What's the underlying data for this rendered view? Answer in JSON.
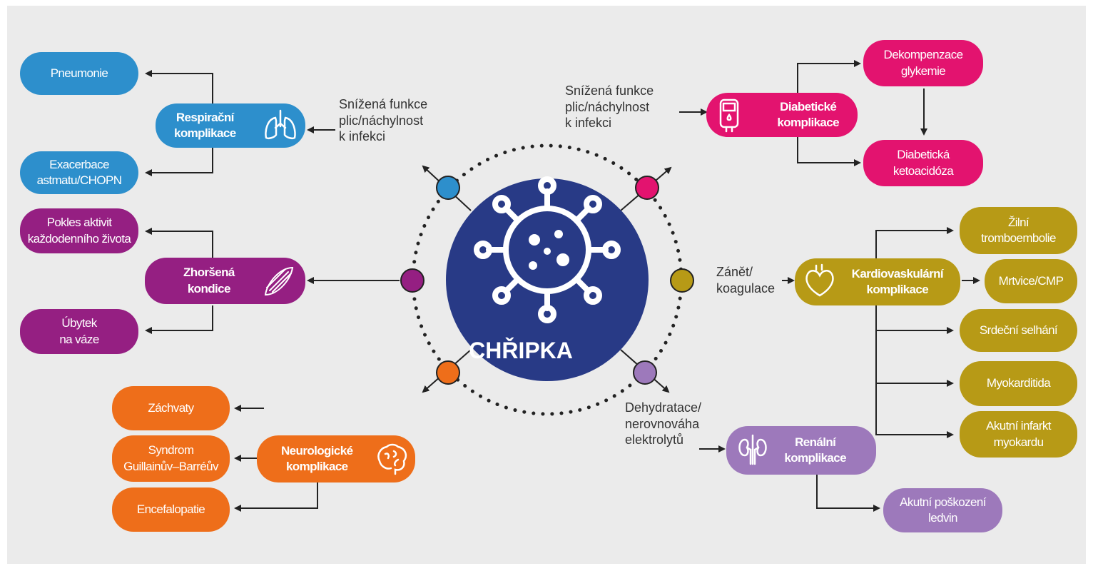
{
  "center": {
    "title": "CHŘIPKA",
    "color": "#283a86"
  },
  "respiratory": {
    "hub": "Respirační\nkomplikace",
    "icon": "lungs-icon",
    "color": "#2d8fcc",
    "cause": "Snížená funkce\nplic/náchylnost\nk infekci",
    "outcomes": [
      "Pneumonie",
      "Exacerbace\nastmatu/CHOPN"
    ]
  },
  "diabetic": {
    "hub": "Diabetické\nkomplikace",
    "icon": "glucometer-icon",
    "color": "#e3136f",
    "cause": "Snížená funkce\nplic/náchylnost\nk infekci",
    "outcomes": [
      "Dekompenzace\nglykemie",
      "Diabetická\nketoacidóza"
    ]
  },
  "muscle": {
    "hub": "Zhoršená\nkondice",
    "icon": "muscle-icon",
    "color": "#951f82",
    "outcomes": [
      "Pokles aktivit\nkaždodenního života",
      "Úbytek\nna váze"
    ]
  },
  "cardio": {
    "hub": "Kardiovaskulární\nkomplikace",
    "icon": "heart-icon",
    "color": "#b79a16",
    "cause": "Zánět/\nkoagulace",
    "outcomes": [
      "Žilní\ntromboembolie",
      "Mrtvice/CMP",
      "Srdeční selhání",
      "Myokarditida",
      "Akutní infarkt\nmyokardu"
    ]
  },
  "neuro": {
    "hub": "Neurologické\nkomplikace",
    "icon": "brain-icon",
    "color": "#ee6e1a",
    "outcomes": [
      "Záchvaty",
      "Syndrom\nGuillainův–Barréův",
      "Encefalopatie"
    ]
  },
  "renal": {
    "hub": "Renální\nkomplikace",
    "icon": "kidneys-icon",
    "color": "#9d79bb",
    "cause": "Dehydratace/\nnerovnováha\nelektrolytů",
    "outcomes": [
      "Akutní poškození\nledvin"
    ]
  }
}
